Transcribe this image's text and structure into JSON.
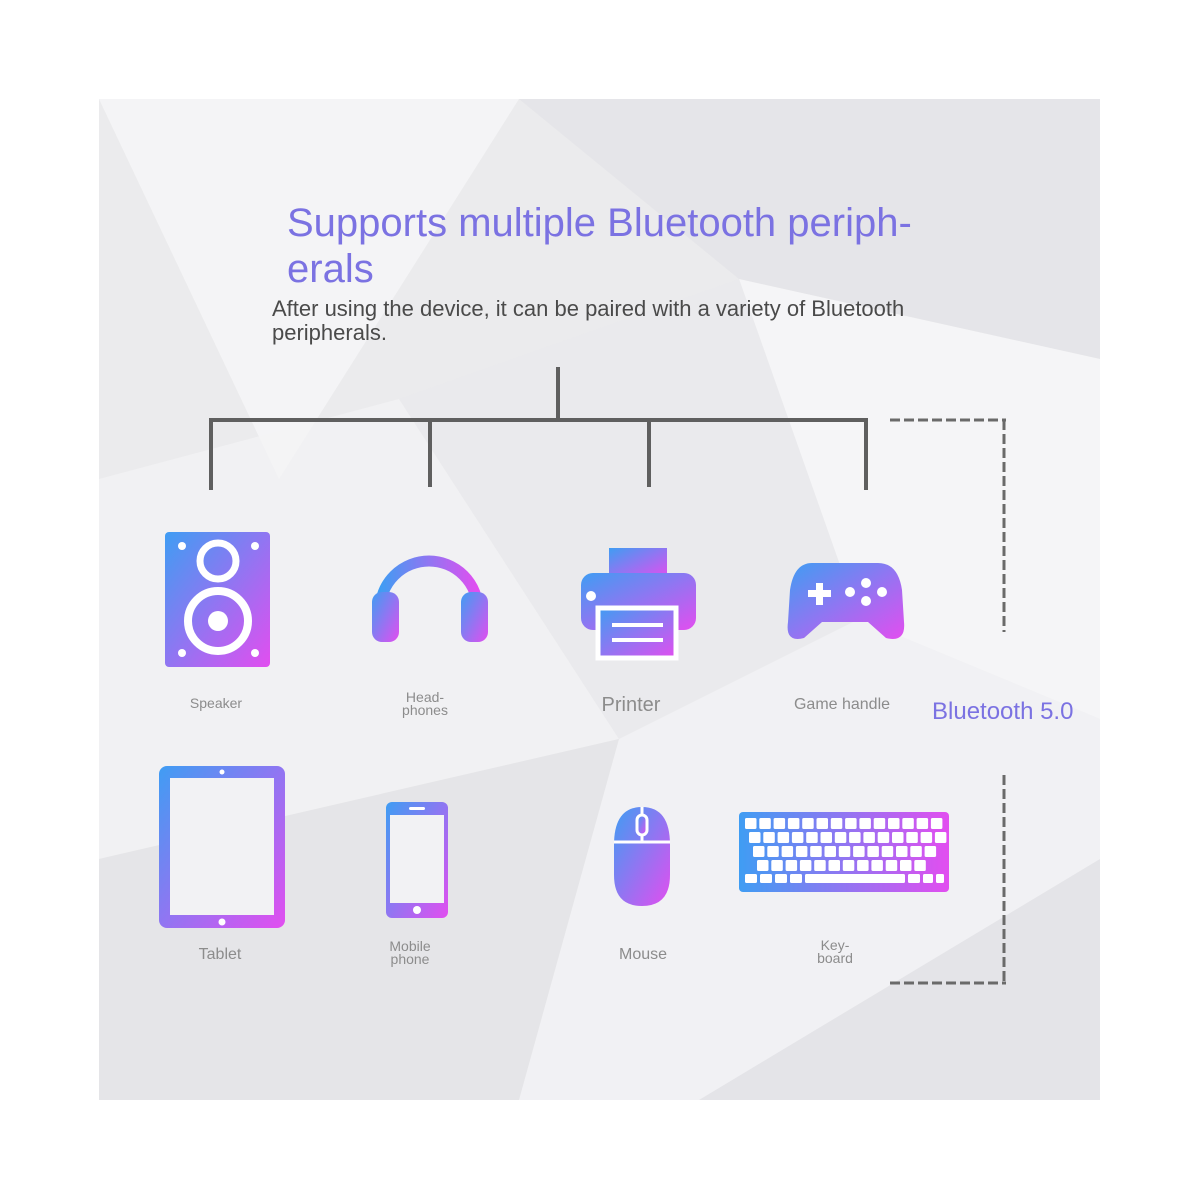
{
  "heading": {
    "title": "Supports multiple Bluetooth periph-\nerals",
    "subtitle": "After using the device, it can be paired with a variety of Bluetooth peripherals."
  },
  "bluetooth_label": "Bluetooth 5.0",
  "devices": [
    {
      "label": "Speaker",
      "icon": "speaker-icon"
    },
    {
      "label": "Head-\nphones",
      "icon": "headphones-icon"
    },
    {
      "label": "Printer",
      "icon": "printer-icon"
    },
    {
      "label": "Game handle",
      "icon": "game-controller-icon"
    },
    {
      "label": "Tablet",
      "icon": "tablet-icon"
    },
    {
      "label": "Mobile\nphone",
      "icon": "mobile-phone-icon"
    },
    {
      "label": "Mouse",
      "icon": "mouse-icon"
    },
    {
      "label": "Key-\nboard",
      "icon": "keyboard-icon"
    }
  ],
  "colors": {
    "accent": "#7b72e2",
    "gradient_start": "#3f9df3",
    "gradient_end": "#e24ef0",
    "connector": "#5f5f5f",
    "label_text": "#8c8c8c"
  }
}
